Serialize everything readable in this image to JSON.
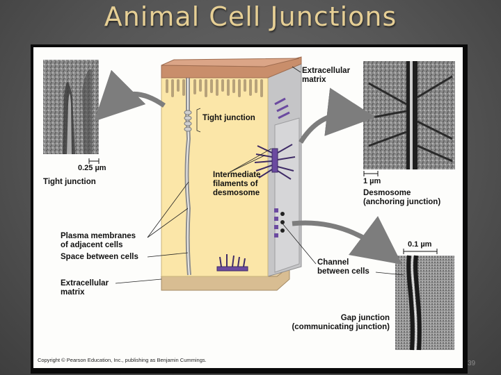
{
  "slide": {
    "title": "Animal Cell Junctions",
    "number": "39"
  },
  "diagram": {
    "labels": {
      "extracellular_matrix_top": "Extracellular\nmatrix",
      "tight_junction_callout": "Tight junction",
      "tight_junction_caption": "Tight junction",
      "intermediate_filaments": "Intermediate\nfilaments of\ndesmosome",
      "plasma_membranes": "Plasma membranes\nof adjacent cells",
      "space_between_cells": "Space between cells",
      "extracellular_matrix_bottom": "Extracellular\nmatrix",
      "desmosome": "Desmosome\n(anchoring junction)",
      "channel_between_cells": "Channel\nbetween cells",
      "gap_junction": "Gap junction\n(communicating junction)"
    },
    "scale_bars": {
      "tight": "0.25 µm",
      "desmosome": "1 µm",
      "gap": "0.1 µm"
    },
    "copyright": "Copyright © Pearson Education, Inc., publishing as Benjamin Cummings."
  },
  "colors": {
    "title": "#e6cf95",
    "cytoplasm": "#fbe6a8",
    "matrix_top": "#c98e6b",
    "matrix_bottom": "#d8bd92",
    "junction_purple": "#6b4aa0"
  }
}
